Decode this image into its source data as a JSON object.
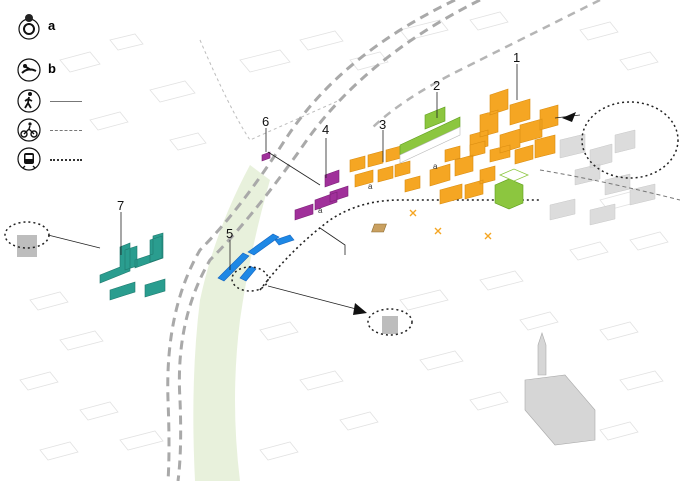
{
  "legend": {
    "item_a_label": "a",
    "item_b_label": "b",
    "icons": [
      "tree-target-icon",
      "person-relaxing-icon",
      "pedestrian-icon",
      "cyclist-icon",
      "tram-icon"
    ]
  },
  "project_labels": [
    "1",
    "2",
    "3",
    "4",
    "5",
    "6",
    "7"
  ],
  "zone_marks": [
    "a",
    "a",
    "a"
  ],
  "colors": {
    "housing_orange": "#f5a623",
    "green_buildings": "#8cc63f",
    "magenta": "#a0309a",
    "blue": "#1e88e5",
    "teal": "#2a9d8f",
    "railway_gray": "#999999",
    "park_green": "#e6f0d8"
  }
}
